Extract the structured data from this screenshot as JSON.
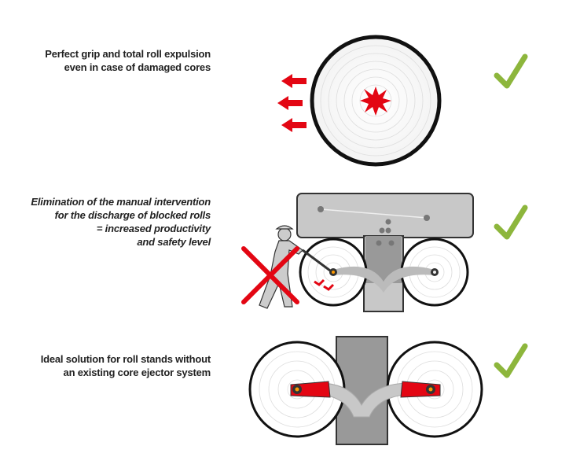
{
  "features": [
    {
      "lines": [
        "Perfect grip and total roll expulsion",
        "even in case of damaged cores"
      ],
      "status_icon": "check-icon"
    },
    {
      "lines": [
        "Elimination of the manual intervention",
        "for the discharge of blocked rolls",
        "= increased productivity",
        "and safety level"
      ],
      "status_icon": "check-icon"
    },
    {
      "lines": [
        "Ideal solution for roll stands without",
        "an existing core ejector system"
      ],
      "status_icon": "check-icon"
    }
  ],
  "colors": {
    "accent_red": "#e30613",
    "check_green": "#8db63c",
    "frame_grey": "#c8c8c8"
  }
}
